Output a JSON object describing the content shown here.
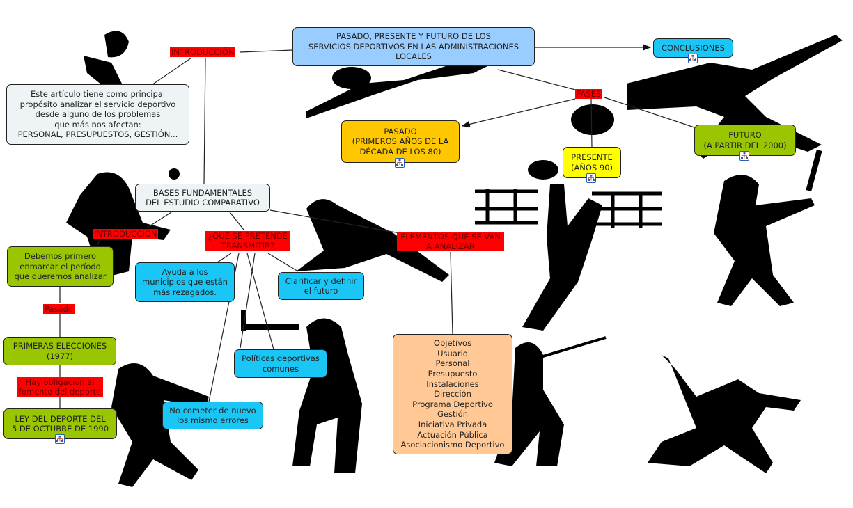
{
  "colors": {
    "main": "#99ccff",
    "label_red": "#ff0000",
    "cyan": "#1ac6f5",
    "orange": "#ffc700",
    "yellow": "#ffff00",
    "green": "#99c600",
    "peach": "#ffc894",
    "gray": "#eef3f5"
  },
  "main_topic": "PASADO, PRESENTE Y FUTURO DE LOS\nSERVICIOS DEPORTIVOS EN LAS ADMINISTRACIONES\nLOCALES",
  "labels": {
    "intro_top": "INTRODUCCIÓN",
    "fases": "FASES",
    "intro_left": "INTRODUCCIÓN",
    "que_se_pretende": "¿QUÉ SE PRETENDE\nTRANSMITIR?",
    "elementos": "ELEMENTOS QUE SE VAN\nA ANALIZAR",
    "pasado": "Pasado",
    "obligacion": "Hay obligación al\nfomento del deporte"
  },
  "nodes": {
    "conclusiones": "CONCLUSIONES",
    "intro_text": "Este artículo tiene como principal\npropósito analizar el servicio deportivo\ndesde alguno de los problemas\nque más nos afectan:\nPERSONAL, PRESUPUESTOS, GESTIÓN...",
    "pasado": "PASADO\n(PRIMEROS AÑOS DE LA\nDÉCADA DE LOS 80)",
    "presente": "PRESENTE\n(AÑOS 90)",
    "futuro": "FUTURO\n(A PARTIR DEL 2000)",
    "bases": "BASES FUNDAMENTALES\nDEL ESTUDIO COMPARATIVO",
    "debemos": "Debemos primero\nenmarcar el período\nque queremos analizar",
    "ayuda": "Ayuda a los\nmunicipios que están\nmás rezagados.",
    "clarificar": "Clarificar y definir\nel futuro",
    "politicas": "Políticas deportivas\ncomunes",
    "primeras_elecciones": "PRIMERAS ELECCIONES\n(1977)",
    "no_cometer": "No cometer de nuevo\nlos mismo errores",
    "ley_deporte": "LEY DEL DEPORTE DEL\n5 DE OCTUBRE DE 1990",
    "elementos_list": [
      "Objetivos",
      "Usuario",
      "Personal",
      "Presupuesto",
      "Instalaciones",
      "Dirección",
      "Programa Deportivo",
      "Gestión",
      "Iniciativa Privada",
      "Actuación Pública",
      "Asociacionismo Deportivo"
    ]
  },
  "icons": {
    "submap": "submap-icon"
  }
}
